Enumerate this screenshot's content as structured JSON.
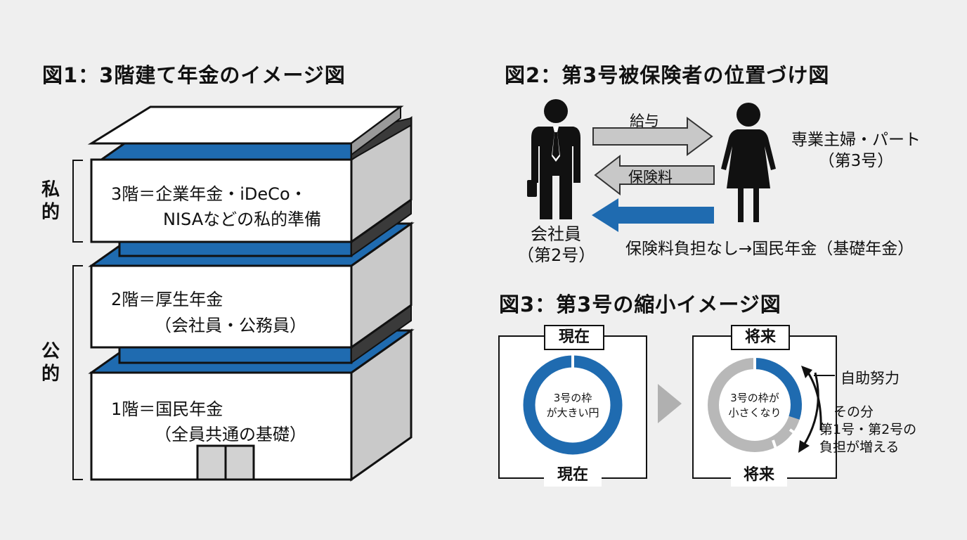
{
  "fig1": {
    "title": "図1：3階建て年金のイメージ図",
    "floor3_line1": "3階＝企業年金・iDeCo・",
    "floor3_line2": "NISAなどの私的準備",
    "floor2_line1": "2階＝厚生年金",
    "floor2_line2": "（会社員・公務員）",
    "floor1_line1": "1階＝国民年金",
    "floor1_line2": "（全員共通の基礎）",
    "private_label_1": "私",
    "private_label_2": "的",
    "public_label_1": "公",
    "public_label_2": "的"
  },
  "fig2": {
    "title": "図2：第3号被保険者の位置づけ図",
    "arrow_salary": "給与",
    "arrow_premium": "保険料",
    "husband_line1": "会社員",
    "husband_line2": "（第2号）",
    "wife_line1": "専業主婦・パート",
    "wife_line2": "（第3号）",
    "note": "保険料負担なし→国民年金（基礎年金）",
    "colors": {
      "accent": "#1f6bb0",
      "arrow_gray": "#c8c8c8"
    }
  },
  "fig3": {
    "title": "図3：第3号の縮小イメージ図",
    "now_header": "現在",
    "now_footer": "現在",
    "now_ring_line1": "3号の枠",
    "now_ring_line2": "が大きい円",
    "future_header": "将来",
    "future_footer": "将来",
    "future_ring_line1": "3号の枠が",
    "future_ring_line2": "小さくなり",
    "self_help": "自助努力",
    "burden_line1": "その分",
    "burden_line2": "第1号・第2号の",
    "burden_line3": "負担が増える",
    "future_blue_fraction": 0.3
  }
}
